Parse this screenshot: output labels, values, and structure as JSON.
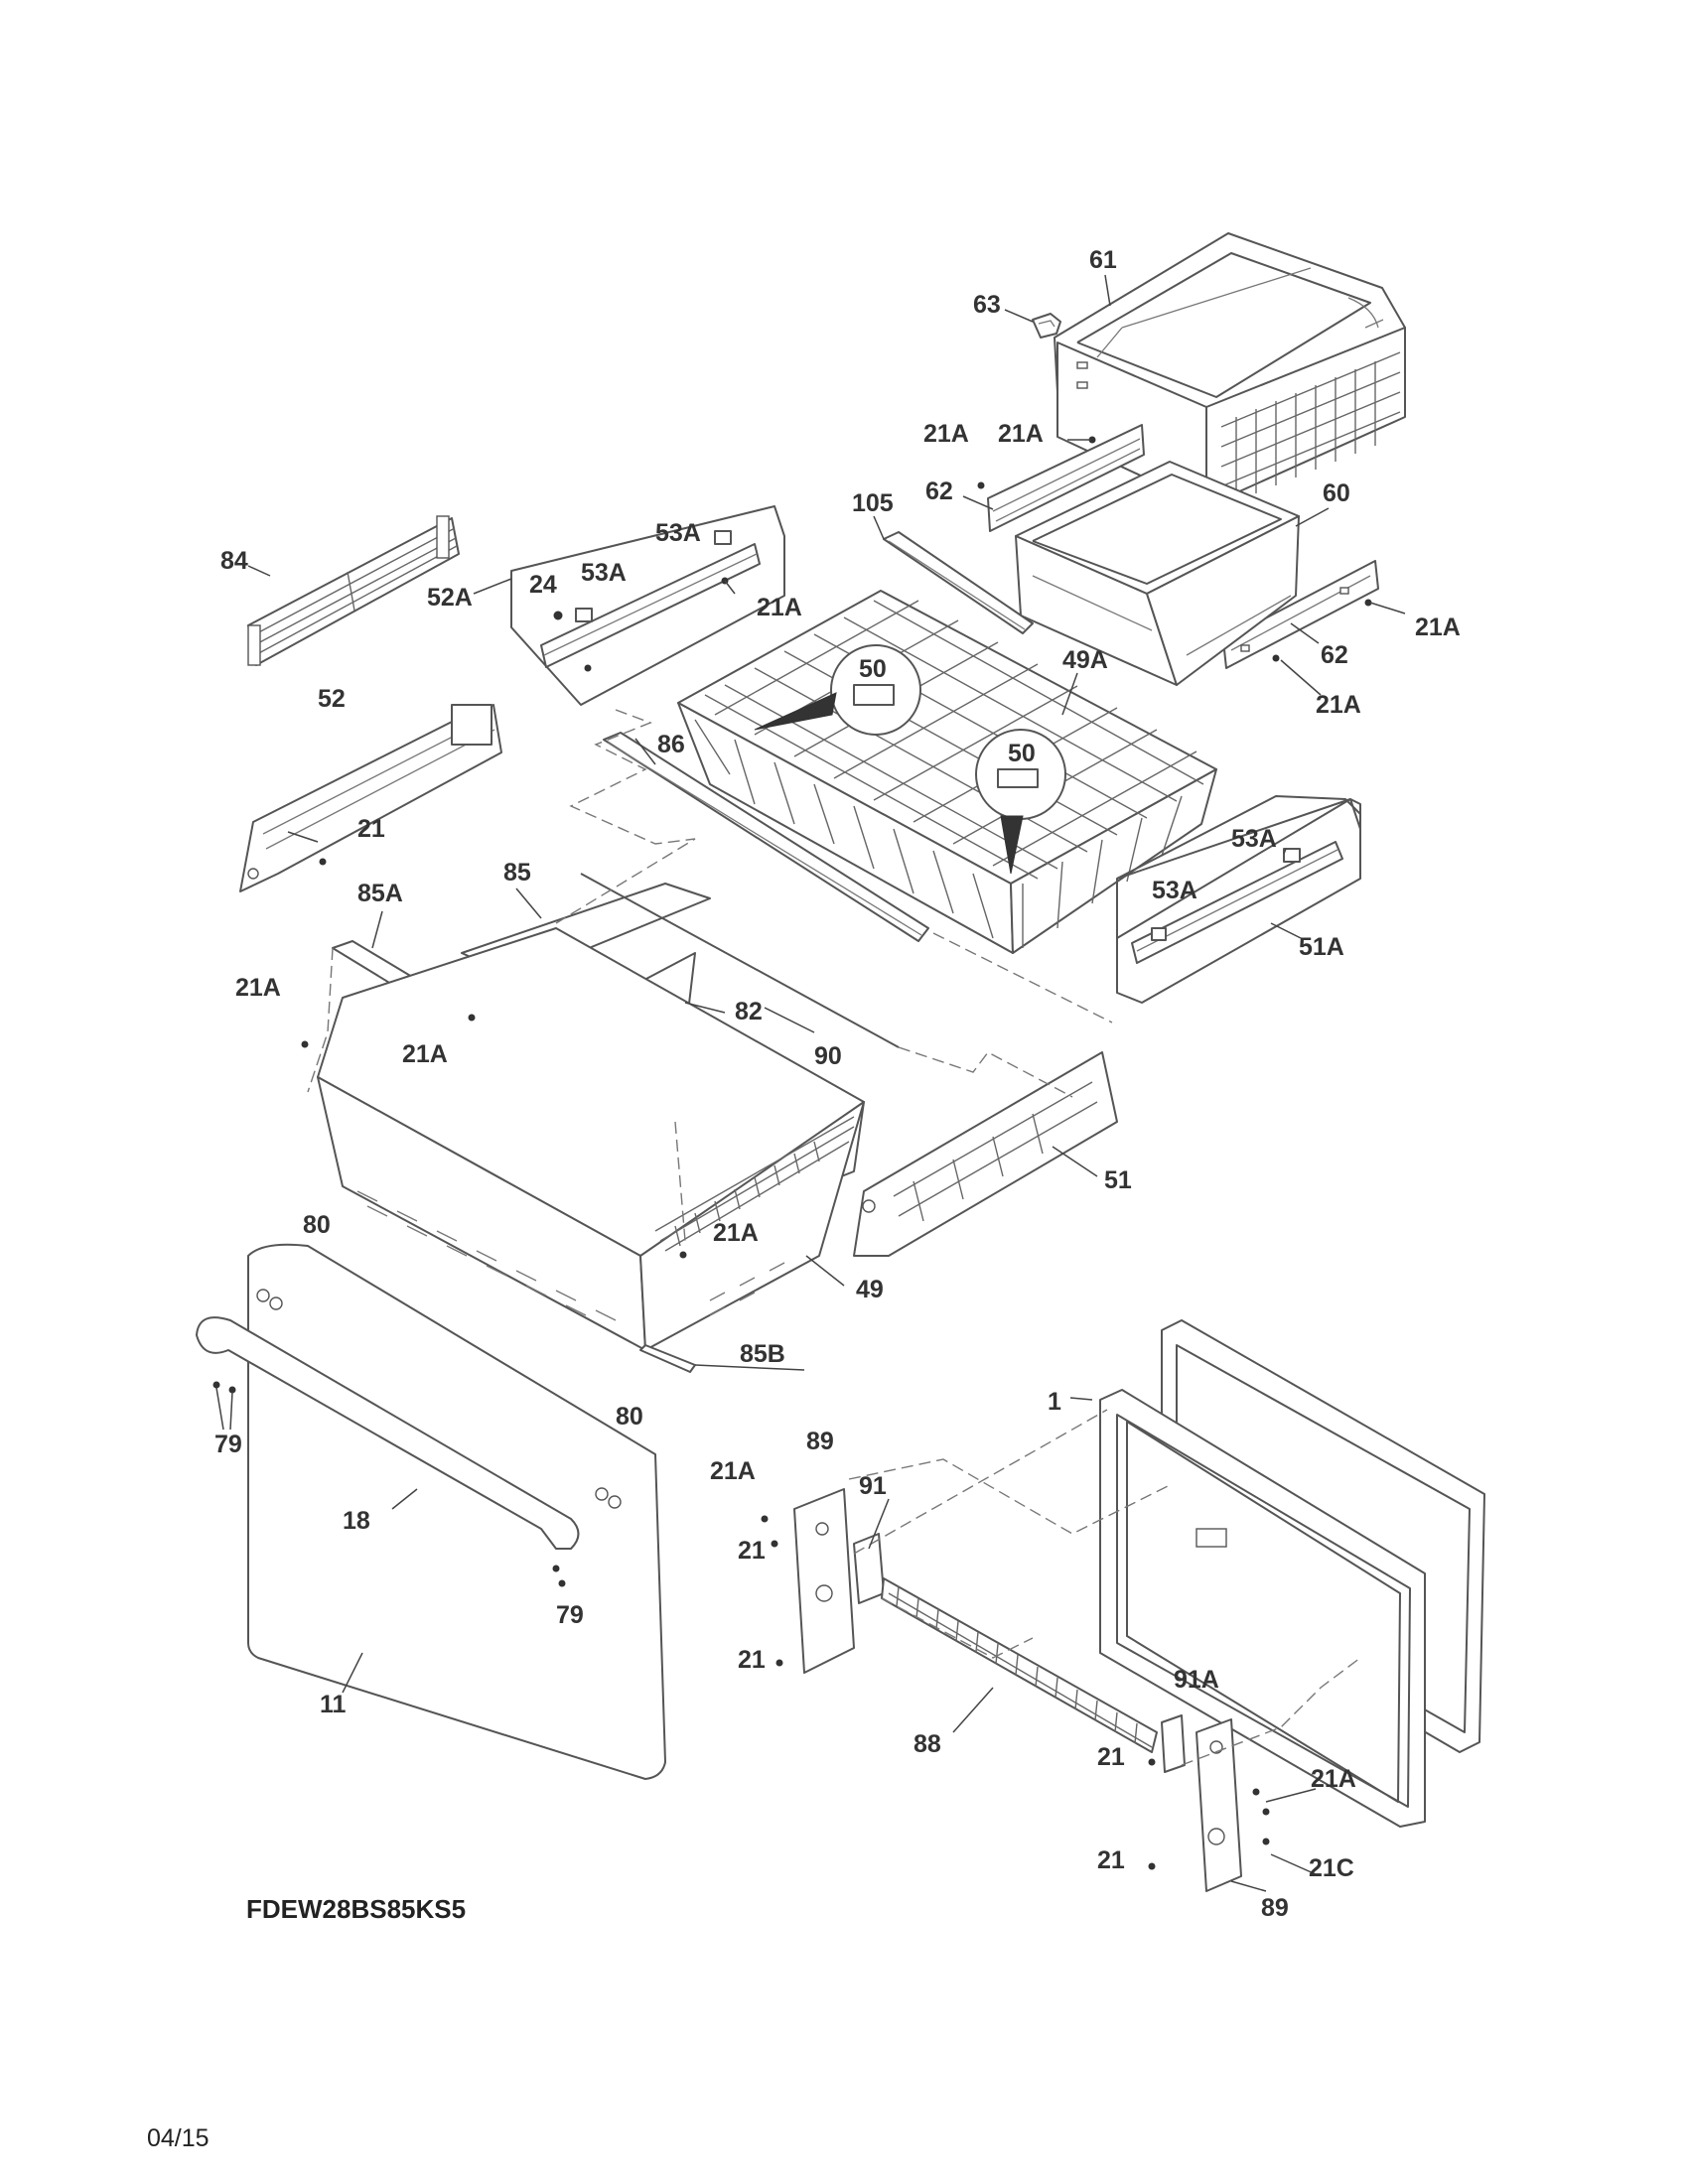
{
  "model": "FDEW28BS85KS5",
  "date_code": "04/15",
  "callouts": [
    {
      "id": "c61",
      "text": "61"
    },
    {
      "id": "c63",
      "text": "63"
    },
    {
      "id": "c21A_a",
      "text": "21A"
    },
    {
      "id": "c21A_b",
      "text": "21A"
    },
    {
      "id": "c62_a",
      "text": "62"
    },
    {
      "id": "c60",
      "text": "60"
    },
    {
      "id": "c105",
      "text": "105"
    },
    {
      "id": "c21A_c",
      "text": "21A"
    },
    {
      "id": "c62_b",
      "text": "62"
    },
    {
      "id": "c21A_d",
      "text": "21A"
    },
    {
      "id": "c84",
      "text": "84"
    },
    {
      "id": "c53A_a",
      "text": "53A"
    },
    {
      "id": "c53A_b",
      "text": "53A"
    },
    {
      "id": "c24",
      "text": "24"
    },
    {
      "id": "c52A",
      "text": "52A"
    },
    {
      "id": "c21A_e",
      "text": "21A"
    },
    {
      "id": "c49A",
      "text": "49A"
    },
    {
      "id": "c50_a",
      "text": "50"
    },
    {
      "id": "c50_b",
      "text": "50"
    },
    {
      "id": "c52",
      "text": "52"
    },
    {
      "id": "c86",
      "text": "86"
    },
    {
      "id": "c21_a",
      "text": "21"
    },
    {
      "id": "c53A_c",
      "text": "53A"
    },
    {
      "id": "c53A_d",
      "text": "53A"
    },
    {
      "id": "c51A",
      "text": "51A"
    },
    {
      "id": "c85A",
      "text": "85A"
    },
    {
      "id": "c85",
      "text": "85"
    },
    {
      "id": "c21A_f",
      "text": "21A"
    },
    {
      "id": "c82",
      "text": "82"
    },
    {
      "id": "c21A_g",
      "text": "21A"
    },
    {
      "id": "c90",
      "text": "90"
    },
    {
      "id": "c51",
      "text": "51"
    },
    {
      "id": "c80_a",
      "text": "80"
    },
    {
      "id": "c21A_h",
      "text": "21A"
    },
    {
      "id": "c49",
      "text": "49"
    },
    {
      "id": "c85B",
      "text": "85B"
    },
    {
      "id": "c79_a",
      "text": "79"
    },
    {
      "id": "c80_b",
      "text": "80"
    },
    {
      "id": "c1",
      "text": "1"
    },
    {
      "id": "c89_a",
      "text": "89"
    },
    {
      "id": "c21A_i",
      "text": "21A"
    },
    {
      "id": "c91",
      "text": "91"
    },
    {
      "id": "c18",
      "text": "18"
    },
    {
      "id": "c21_b",
      "text": "21"
    },
    {
      "id": "c79_b",
      "text": "79"
    },
    {
      "id": "c21_c",
      "text": "21"
    },
    {
      "id": "c11",
      "text": "11"
    },
    {
      "id": "c91A",
      "text": "91A"
    },
    {
      "id": "c88",
      "text": "88"
    },
    {
      "id": "c21_d",
      "text": "21"
    },
    {
      "id": "c21A_j",
      "text": "21A"
    },
    {
      "id": "c21_e",
      "text": "21"
    },
    {
      "id": "c21C",
      "text": "21C"
    },
    {
      "id": "c89_b",
      "text": "89"
    }
  ]
}
